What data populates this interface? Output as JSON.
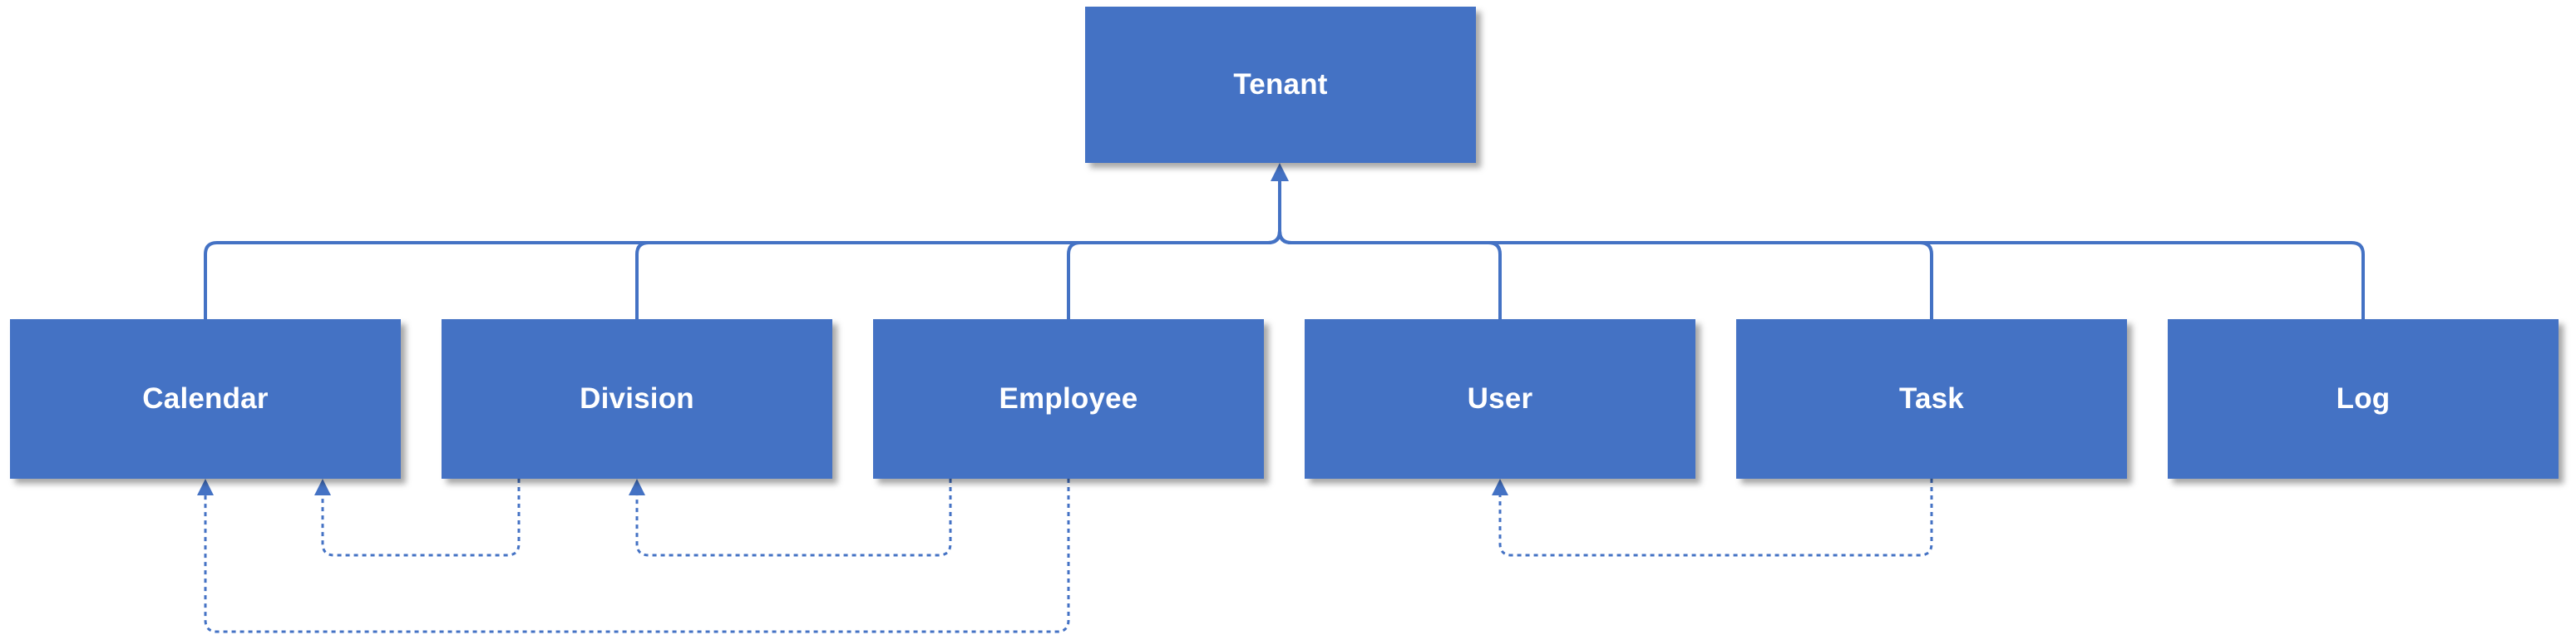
{
  "colors": {
    "box_fill": "#4472c4",
    "box_text": "#ffffff",
    "connector": "#4472c4"
  },
  "entities": {
    "tenant": "Tenant",
    "calendar": "Calendar",
    "division": "Division",
    "employee": "Employee",
    "user": "User",
    "task": "Task",
    "log": "Log"
  },
  "relationships": [
    {
      "from": "Calendar",
      "to": "Tenant",
      "style": "solid"
    },
    {
      "from": "Division",
      "to": "Tenant",
      "style": "solid"
    },
    {
      "from": "Employee",
      "to": "Tenant",
      "style": "solid"
    },
    {
      "from": "User",
      "to": "Tenant",
      "style": "solid"
    },
    {
      "from": "Task",
      "to": "Tenant",
      "style": "solid"
    },
    {
      "from": "Log",
      "to": "Tenant",
      "style": "solid"
    },
    {
      "from": "Division",
      "to": "Calendar",
      "style": "dashed"
    },
    {
      "from": "Employee",
      "to": "Division",
      "style": "dashed"
    },
    {
      "from": "Employee",
      "to": "Calendar",
      "style": "dashed"
    },
    {
      "from": "Task",
      "to": "User",
      "style": "dashed"
    }
  ]
}
